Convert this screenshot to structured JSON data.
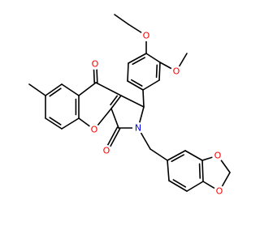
{
  "molecule": {
    "atoms": [
      {
        "id": "O_ethoxy",
        "symbol": "O",
        "color": "#ff0000"
      },
      {
        "id": "O_methoxy",
        "symbol": "O",
        "color": "#ff0000"
      },
      {
        "id": "O_ketone",
        "symbol": "O",
        "color": "#ff0000"
      },
      {
        "id": "N_ring",
        "symbol": "N",
        "color": "#0000ff"
      },
      {
        "id": "O_chromene",
        "symbol": "O",
        "color": "#ff0000"
      },
      {
        "id": "O_amide",
        "symbol": "O",
        "color": "#ff0000"
      },
      {
        "id": "O_diox1",
        "symbol": "O",
        "color": "#ff0000"
      },
      {
        "id": "O_diox2",
        "symbol": "O",
        "color": "#ff0000"
      }
    ]
  }
}
